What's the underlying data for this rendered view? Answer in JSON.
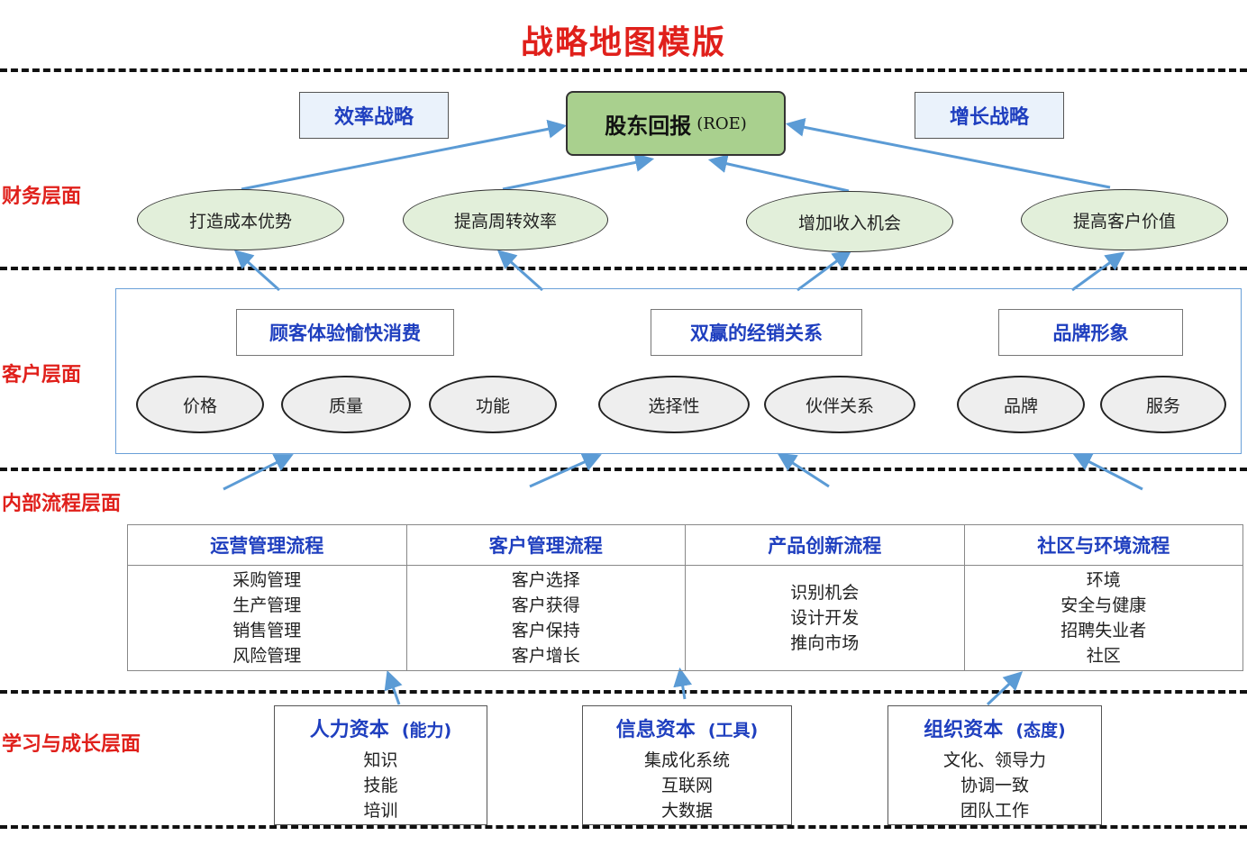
{
  "title": "战略地图模版",
  "layers": {
    "financial": "财务层面",
    "customer": "客户层面",
    "internal": "内部流程层面",
    "learning": "学习与成长层面"
  },
  "financial": {
    "strategy_left": "效率战略",
    "strategy_right": "增长战略",
    "roe_main": "股东回报",
    "roe_sub": "(ROE)",
    "ellipses": [
      "打造成本优势",
      "提高周转效率",
      "增加收入机会",
      "提高客户价值"
    ]
  },
  "customer": {
    "heads": [
      "顾客体验愉快消费",
      "双赢的经销关系",
      "品牌形象"
    ],
    "ellipses": [
      "价格",
      "质量",
      "功能",
      "选择性",
      "伙伴关系",
      "品牌",
      "服务"
    ]
  },
  "internal": {
    "columns": [
      {
        "head": "运营管理流程",
        "items": [
          "采购管理",
          "生产管理",
          "销售管理",
          "风险管理"
        ]
      },
      {
        "head": "客户管理流程",
        "items": [
          "客户选择",
          "客户获得",
          "客户保持",
          "客户增长"
        ]
      },
      {
        "head": "产品创新流程",
        "items": [
          "识别机会",
          "设计开发",
          "推向市场"
        ]
      },
      {
        "head": "社区与环境流程",
        "items": [
          "环境",
          "安全与健康",
          "招聘失业者",
          "社区"
        ]
      }
    ]
  },
  "learning": {
    "boxes": [
      {
        "head": "人力资本",
        "sub": "(能力)",
        "items": [
          "知识",
          "技能",
          "培训"
        ]
      },
      {
        "head": "信息资本",
        "sub": "(工具)",
        "items": [
          "集成化系统",
          "互联网",
          "大数据"
        ]
      },
      {
        "head": "组织资本",
        "sub": "(态度)",
        "items": [
          "文化、领导力",
          "协调一致",
          "团队工作"
        ]
      }
    ]
  },
  "colors": {
    "title_red": "#e0201b",
    "head_blue": "#1f3fbf",
    "arrow_blue": "#5b9bd5",
    "roe_green": "#a9d08e",
    "ellipse_green": "#e2efda"
  }
}
